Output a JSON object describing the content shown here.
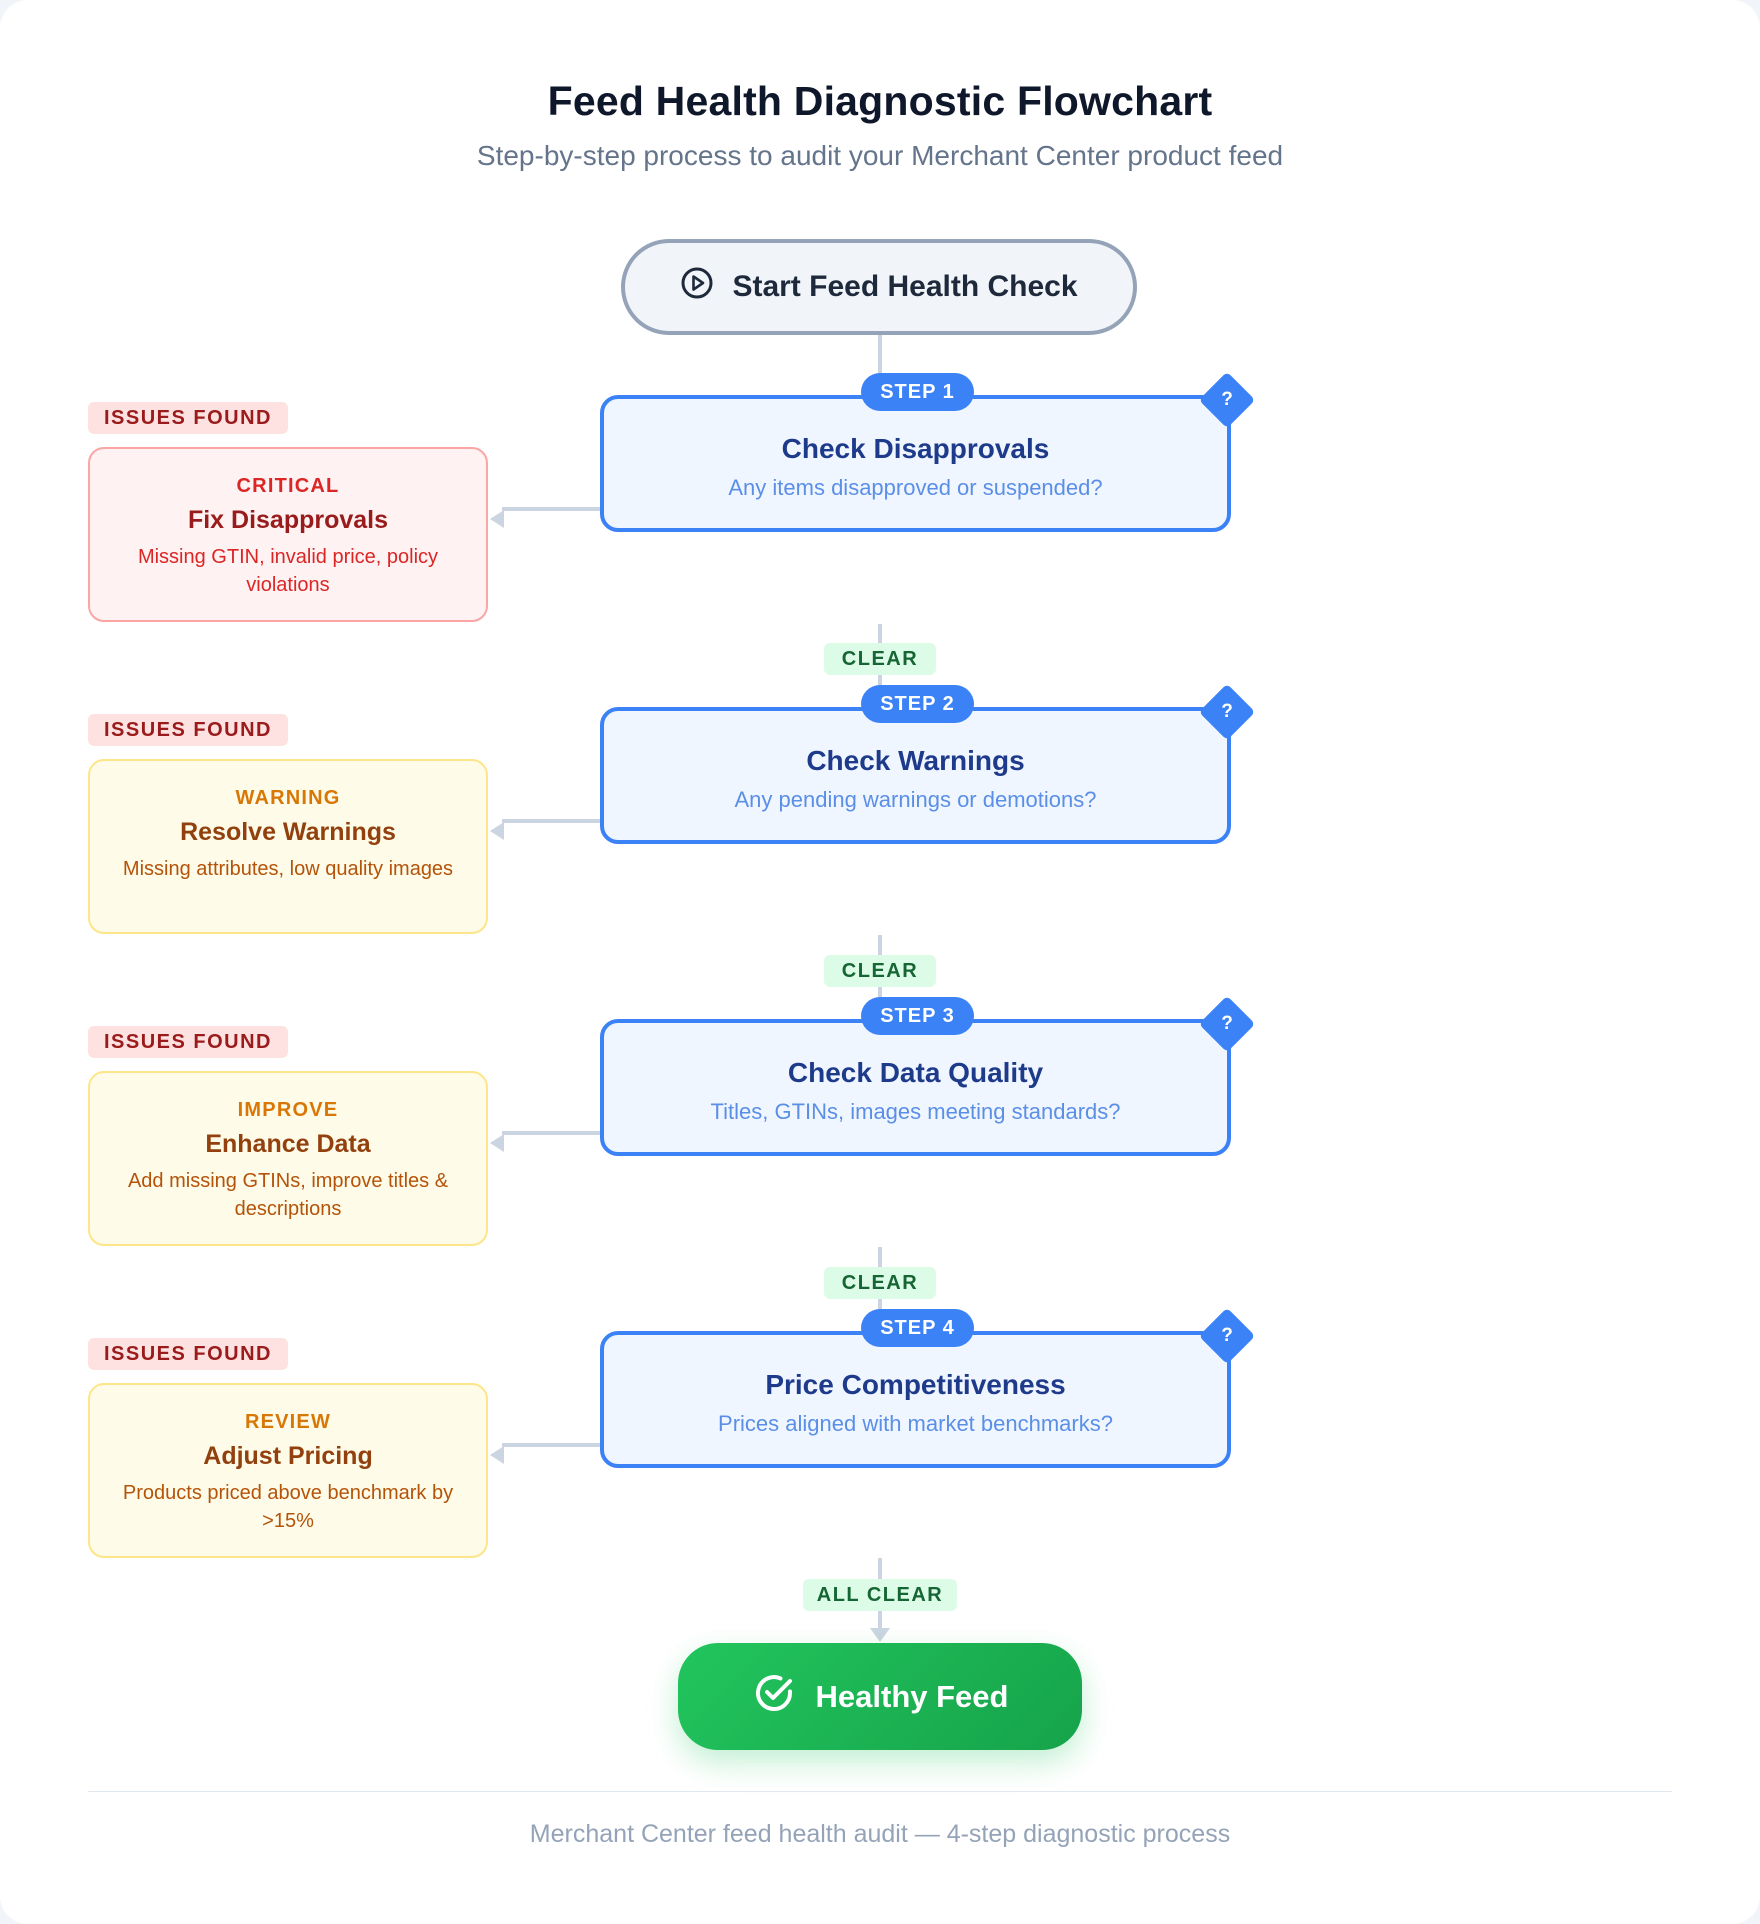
{
  "header": {
    "title": "Feed Health Diagnostic Flowchart",
    "subtitle": "Step-by-step process to audit your Merchant Center product feed"
  },
  "start": {
    "label": "Start Feed Health Check",
    "icon": "play-circle-icon"
  },
  "steps": [
    {
      "badge": "STEP 1",
      "title": "Check Disapprovals",
      "question": "Any items disapproved or suspended?",
      "decision_mark": "?"
    },
    {
      "badge": "STEP 2",
      "title": "Check Warnings",
      "question": "Any pending warnings or demotions?",
      "decision_mark": "?"
    },
    {
      "badge": "STEP 3",
      "title": "Check Data Quality",
      "question": "Titles, GTINs, images meeting standards?",
      "decision_mark": "?"
    },
    {
      "badge": "STEP 4",
      "title": "Price Competitiveness",
      "question": "Prices aligned with market benchmarks?",
      "decision_mark": "?"
    }
  ],
  "issues": [
    {
      "badge": "ISSUES FOUND",
      "severity": "CRITICAL",
      "title": "Fix Disapprovals",
      "description": "Missing GTIN, invalid price, policy violations",
      "tone": "red"
    },
    {
      "badge": "ISSUES FOUND",
      "severity": "WARNING",
      "title": "Resolve Warnings",
      "description": "Missing attributes, low quality images",
      "tone": "yellow"
    },
    {
      "badge": "ISSUES FOUND",
      "severity": "IMPROVE",
      "title": "Enhance Data",
      "description": "Add missing GTINs, improve titles & descriptions",
      "tone": "yellow"
    },
    {
      "badge": "ISSUES FOUND",
      "severity": "REVIEW",
      "title": "Adjust Pricing",
      "description": "Products priced above benchmark by >15%",
      "tone": "yellow"
    }
  ],
  "connectors": {
    "clear": [
      "CLEAR",
      "CLEAR",
      "CLEAR"
    ],
    "all_clear": "ALL CLEAR"
  },
  "end": {
    "label": "Healthy Feed",
    "icon": "check-circle-icon"
  },
  "footer": "Merchant Center feed health audit — 4-step diagnostic process",
  "colors": {
    "step_accent": "#3b82f6",
    "critical": "#dc2626",
    "warning": "#d97706",
    "success": "#22c55e",
    "connector": "#cbd5e1"
  }
}
